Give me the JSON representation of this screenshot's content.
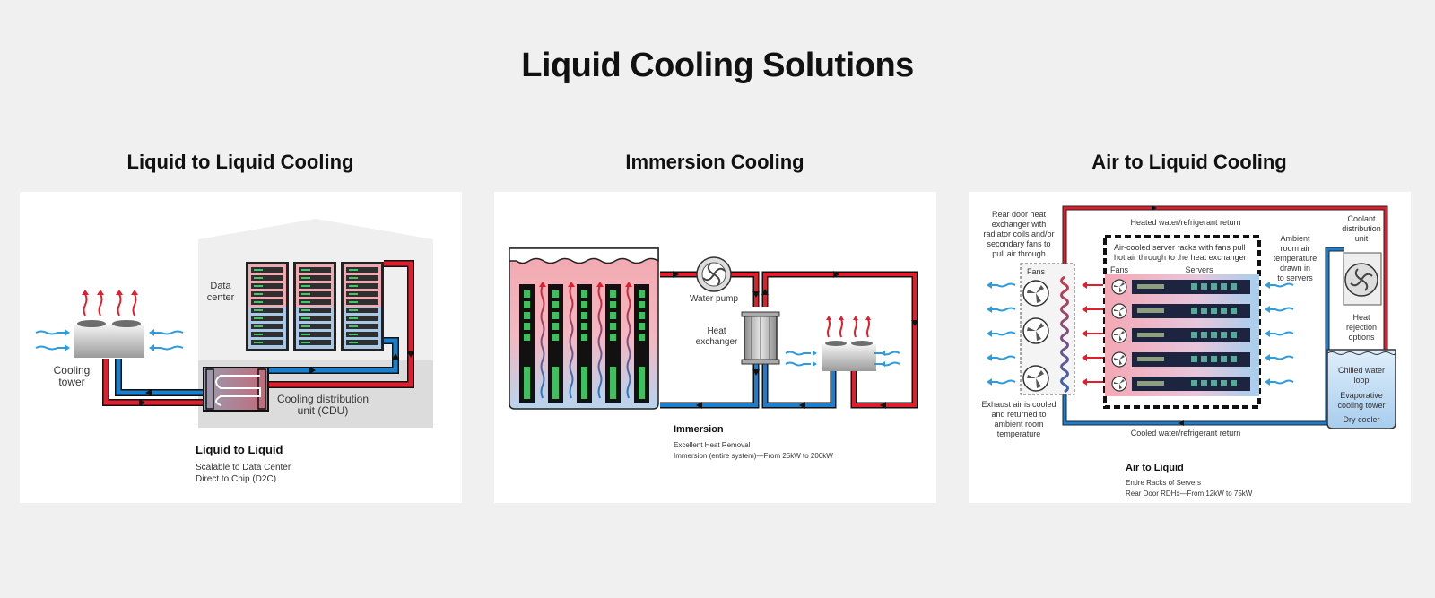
{
  "page_title": "Liquid Cooling Solutions",
  "colors": {
    "hot": "#e01e2d",
    "cold": "#1b7fd0",
    "background": "#f0f0f0",
    "panel": "#ffffff"
  },
  "panels": [
    {
      "title": "Liquid to Liquid Cooling",
      "labels": {
        "cooling_tower_1": "Cooling",
        "cooling_tower_2": "tower",
        "data_center_1": "Data",
        "data_center_2": "center",
        "cdu_1": "Cooling distribution",
        "cdu_2": "unit (CDU)"
      },
      "caption_title": "Liquid to Liquid",
      "caption_lines": [
        "Scalable to Data Center",
        "Direct to Chip (D2C)"
      ]
    },
    {
      "title": "Immersion Cooling",
      "labels": {
        "water_pump": "Water pump",
        "heat_exchanger_1": "Heat",
        "heat_exchanger_2": "exchanger"
      },
      "caption_title": "Immersion",
      "caption_lines": [
        "Excellent Heat Removal",
        "Immersion (entire system)—From 25kW to 200kW"
      ]
    },
    {
      "title": "Air to Liquid Cooling",
      "labels": {
        "rear_door": [
          "Rear door heat",
          "exchanger with",
          "radiator coils and/or",
          "secondary fans to",
          "pull air through"
        ],
        "heated_return": "Heated water/refrigerant return",
        "cooled_return": "Cooled water/refrigerant return",
        "server_racks": [
          "Air-cooled server racks with fans pull",
          "hot air through to the heat exchanger"
        ],
        "ambient": [
          "Ambient",
          "room air",
          "temperature",
          "drawn in",
          "to servers"
        ],
        "cdu": [
          "Coolant",
          "distribution",
          "unit"
        ],
        "heat_rejection": [
          "Heat",
          "rejection",
          "options"
        ],
        "fans_outer": "Fans",
        "fans_inner": "Fans",
        "servers": "Servers",
        "exhaust": [
          "Exhaust air is cooled",
          "and returned to",
          "ambient room",
          "temperature"
        ],
        "chilled_1": "Chilled water",
        "chilled_2": "loop",
        "evaporative_1": "Evaporative",
        "evaporative_2": "cooling tower",
        "dry_cooler": "Dry cooler"
      },
      "caption_title": "Air to Liquid",
      "caption_lines": [
        "Entire Racks of Servers",
        "Rear Door RDHx—From 12kW to 75kW"
      ]
    }
  ]
}
